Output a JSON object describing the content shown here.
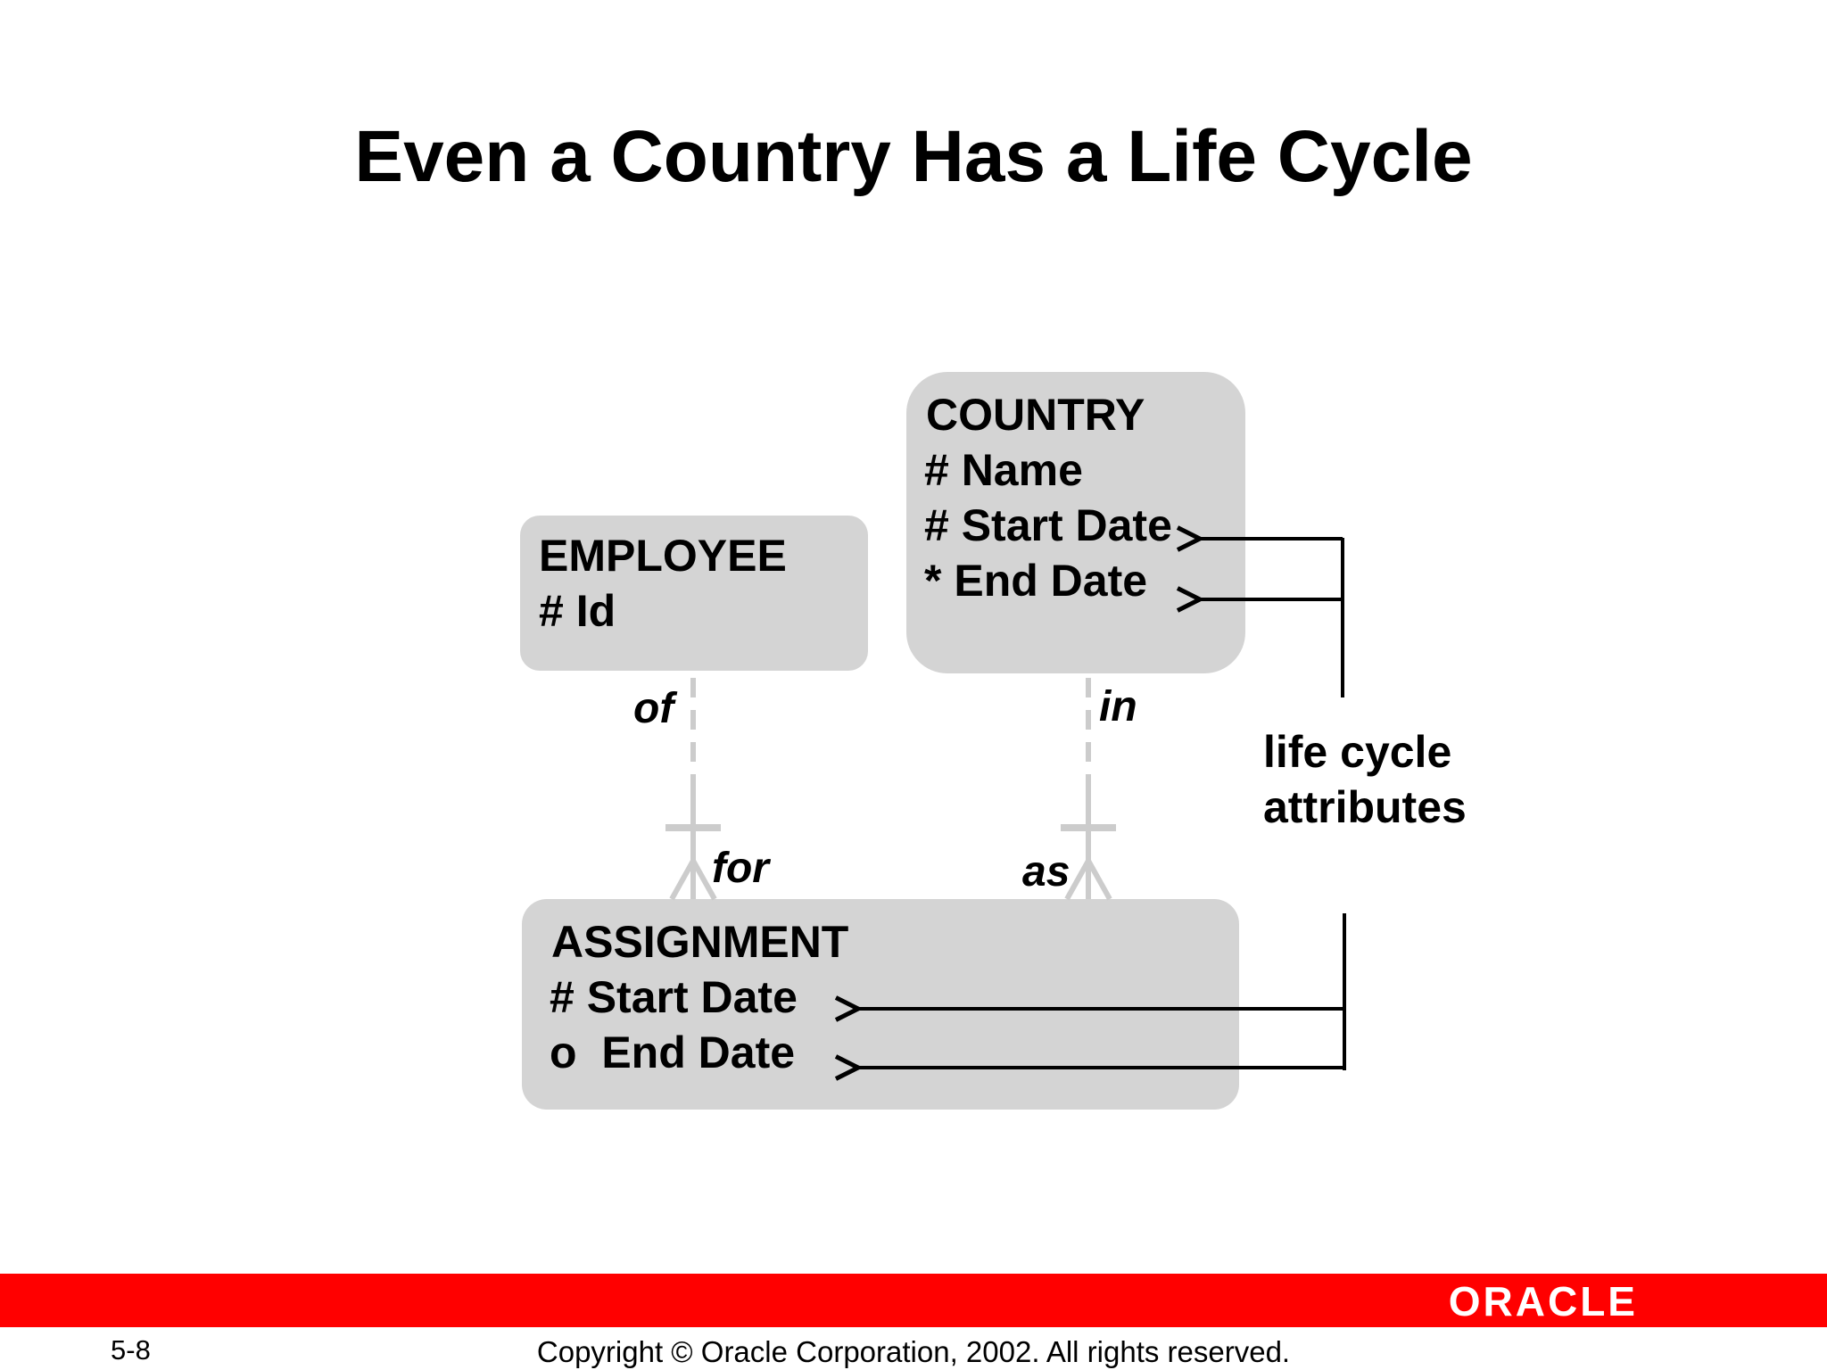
{
  "slide": {
    "title": "Even a Country Has a Life Cycle",
    "number": "5-8",
    "copyright": "Copyright © Oracle Corporation, 2002. All rights reserved.",
    "logo_text": "ORACLE"
  },
  "entities": {
    "employee": {
      "name": "EMPLOYEE",
      "attributes": [
        "# Id"
      ]
    },
    "country": {
      "name": "COUNTRY",
      "attributes": [
        "# Name",
        "# Start Date",
        "* End Date"
      ]
    },
    "assignment": {
      "name": "ASSIGNMENT",
      "attributes": [
        "# Start Date",
        "o  End Date"
      ]
    }
  },
  "relationships": {
    "employee_assignment": {
      "parent_label": "of",
      "child_label": "for"
    },
    "country_assignment": {
      "parent_label": "in",
      "child_label": "as"
    }
  },
  "annotation": {
    "lines": [
      "life cycle",
      "attributes"
    ]
  },
  "colors": {
    "entity_fill": "#d4d4d4",
    "footer_bar": "#ff0000",
    "relationship_line": "#cccccc"
  }
}
